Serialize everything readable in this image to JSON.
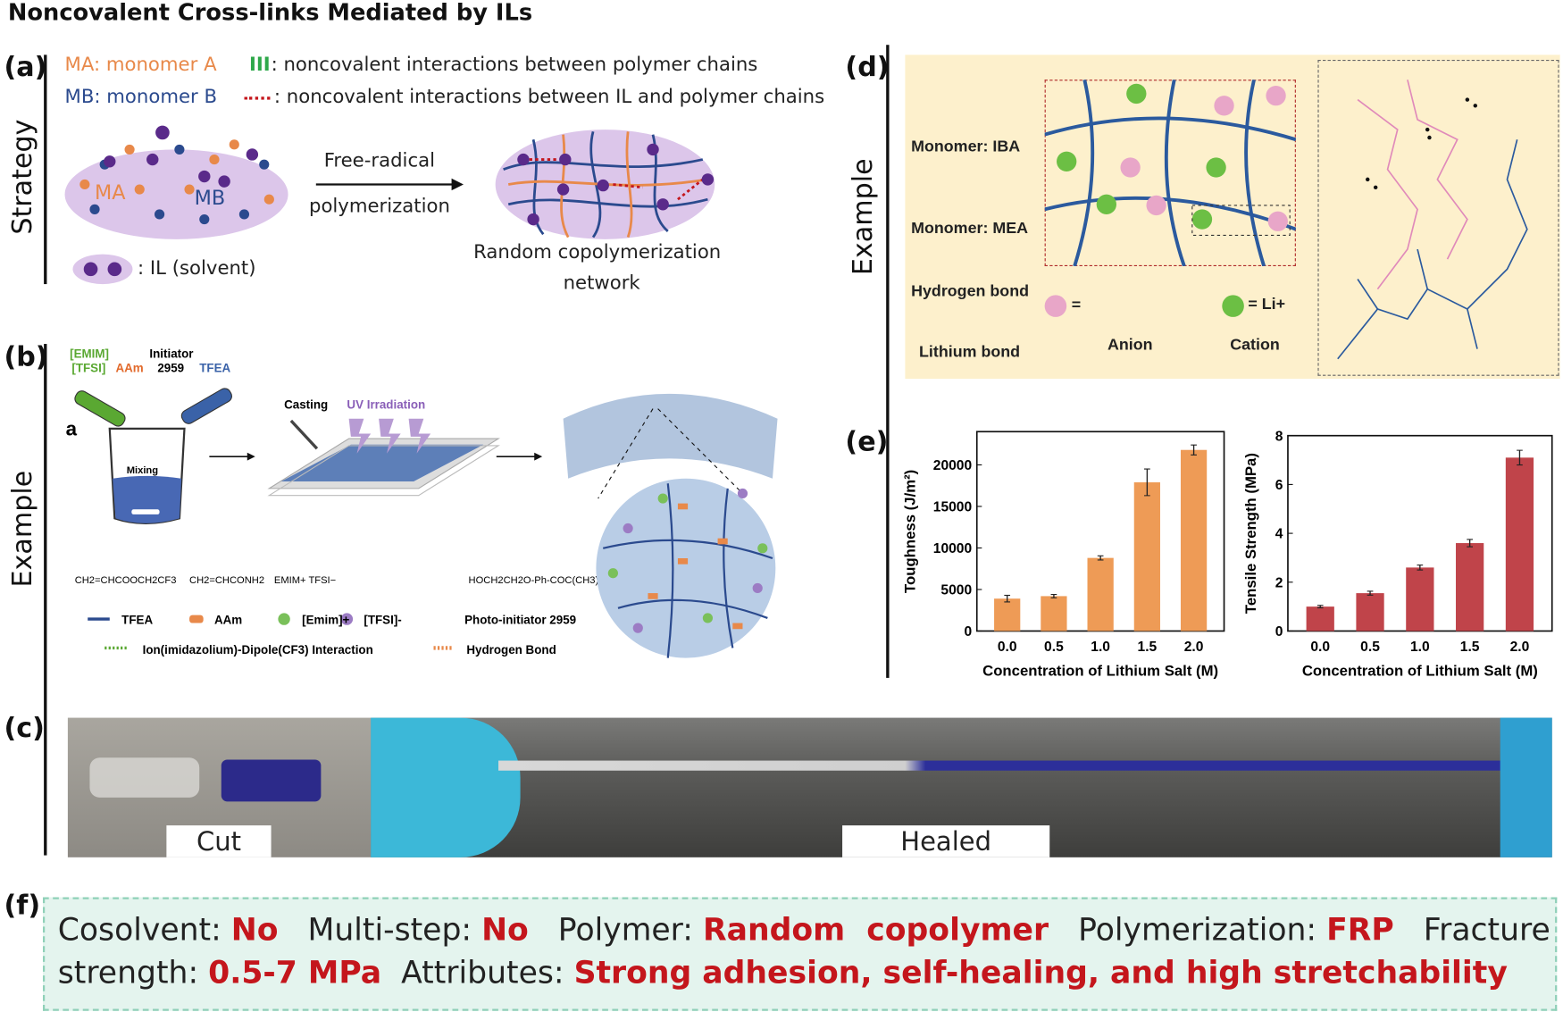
{
  "title": "Noncovalent Cross-links Mediated by ILs",
  "panel_a": {
    "label": "(a)",
    "side_label": "Strategy",
    "legend": {
      "ma": "MA: monomer A",
      "mb": "MB: monomer B",
      "noncov_chains_symbol": "III",
      "noncov_chains": ": noncovalent interactions between polymer chains",
      "noncov_il": ": noncovalent  interactions between IL and polymer chains",
      "il": ": IL (solvent)"
    },
    "left_ellipse": {
      "ma": "MA",
      "mb": "MB"
    },
    "arrow_top": "Free-radical",
    "arrow_bottom": "polymerization",
    "result_line1": "Random copolymerization",
    "result_line2": "network"
  },
  "panel_b": {
    "label": "(b)",
    "side_label": "Example",
    "sub_label": "a",
    "reagents": {
      "emim1": "[EMIM]",
      "emim2": "[TFSI]",
      "aam": "AAm",
      "init1": "Initiator",
      "init2": "2959",
      "tfea": "TFEA"
    },
    "mixing": "Mixing",
    "casting": "Casting",
    "uv": "UV Irradiation",
    "legend": {
      "tfea": "TFEA",
      "aam": "AAm",
      "emim": "[Emim]+",
      "tfsi": "[TFSI]-",
      "photo": "Photo-initiator 2959",
      "ion": "Ion(imidazolium)-Dipole(CF3) Interaction",
      "hbond": "Hydrogen Bond"
    }
  },
  "panel_c": {
    "label": "(c)",
    "cut": "Cut",
    "healed": "Healed"
  },
  "panel_d": {
    "label": "(d)",
    "side_label": "Example",
    "monomer_iba": "Monomer: IBA",
    "monomer_mea": "Monomer: MEA",
    "hbond": "Hydrogen bond",
    "libond": "Lithium bond",
    "anion": "Anion",
    "cation": "Cation",
    "li": "= Li+",
    "eq": "="
  },
  "panel_e": {
    "label": "(e)"
  },
  "chart_data": [
    {
      "type": "bar",
      "categories": [
        "0.0",
        "0.5",
        "1.0",
        "1.5",
        "2.0"
      ],
      "values": [
        3900,
        4200,
        8800,
        17900,
        21800
      ],
      "errors": [
        400,
        200,
        250,
        1600,
        600
      ],
      "xlabel": "Concentration of Lithium Salt (M)",
      "ylabel": "Toughness (J/m²)",
      "yticks": [
        "0",
        "5000",
        "10000",
        "15000",
        "20000"
      ],
      "ylim": [
        0,
        24000
      ],
      "color": "#ee9b56"
    },
    {
      "type": "bar",
      "categories": [
        "0.0",
        "0.5",
        "1.0",
        "1.5",
        "2.0"
      ],
      "values": [
        1.0,
        1.55,
        2.6,
        3.6,
        7.1
      ],
      "errors": [
        0.05,
        0.08,
        0.1,
        0.15,
        0.3
      ],
      "xlabel": "Concentration of Lithium Salt (M)",
      "ylabel": "Tensile Strength (MPa)",
      "yticks": [
        "0",
        "2",
        "4",
        "6",
        "8"
      ],
      "ylim": [
        0,
        8
      ],
      "color": "#c0444a"
    }
  ],
  "panel_f": {
    "label": "(f)",
    "cosolvent_k": "Cosolvent: ",
    "cosolvent_v": "No",
    "multistep_k": "Multi-step: ",
    "multistep_v": "No",
    "polymer_k": "Polymer: ",
    "polymer_v": "Random  copolymer",
    "polym_k": "Polymerization: ",
    "polym_v": "FRP",
    "fracture_k1": "Fracture",
    "fracture_k2": "strength: ",
    "fracture_v": "0.5-7 MPa",
    "attr_k": "Attributes: ",
    "attr_v": "Strong adhesion, self-healing, and high stretchability"
  },
  "colors": {
    "red": "#c4161c",
    "orange": "#e8894a",
    "blue": "#2b4a8e",
    "purple_ellipse": "#dcc6ea",
    "panel_d_bg": "#fdf0cc",
    "f_bg": "#e4f4ee"
  }
}
